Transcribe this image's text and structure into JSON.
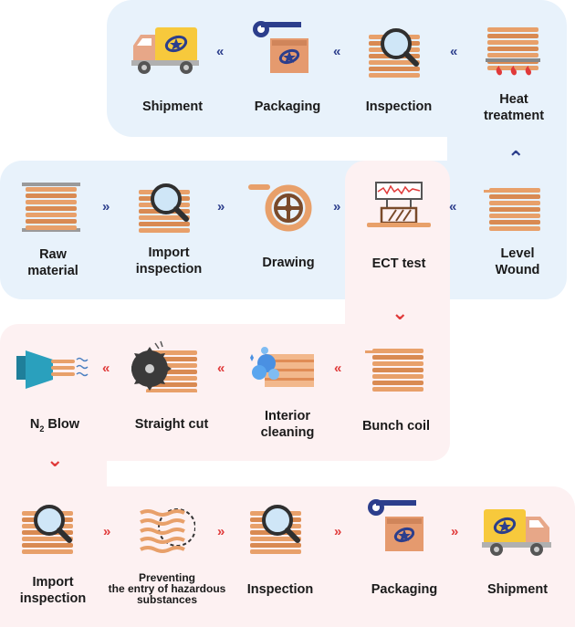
{
  "colors": {
    "blue_bg": "#e8f2fb",
    "pink_bg": "#fdf1f2",
    "copper": "#e8a06a",
    "copper_dark": "#c77d47",
    "navy": "#2c3e8c",
    "red": "#e03a3a"
  },
  "arrows": {
    "left": "«",
    "right": "»",
    "up": "⌃",
    "down": "⌄"
  },
  "row1": [
    {
      "label": "Shipment",
      "icon": "truck-icon"
    },
    {
      "label": "Packaging",
      "icon": "box-tape-icon"
    },
    {
      "label": "Inspection",
      "icon": "magnifier-coil-icon"
    },
    {
      "label_l1": "Heat",
      "label_l2": "treatment",
      "icon": "heat-coil-icon"
    }
  ],
  "row2": [
    {
      "label_l1": "Raw",
      "label_l2": "material",
      "icon": "spool-icon"
    },
    {
      "label_l1": "Import",
      "label_l2": "inspection",
      "icon": "magnifier-coil-icon"
    },
    {
      "label": "Drawing",
      "icon": "drawing-wheel-icon"
    },
    {
      "label": "ECT test",
      "icon": "ect-probe-icon"
    },
    {
      "label_l1": "Level",
      "label_l2": "Wound",
      "icon": "coil-icon"
    }
  ],
  "row3": [
    {
      "label_pre": "N",
      "label_sub": "2",
      "label_post": " Blow",
      "icon": "blower-icon"
    },
    {
      "label": "Straight cut",
      "icon": "saw-coil-icon"
    },
    {
      "label_l1": "Interior",
      "label_l2": "cleaning",
      "icon": "bubbles-coil-icon"
    },
    {
      "label": "Bunch coil",
      "icon": "coil-icon"
    }
  ],
  "row4": [
    {
      "label_l1": "Import",
      "label_l2": "inspection",
      "icon": "magnifier-coil-icon"
    },
    {
      "label_l1": "Preventing",
      "label_l2": "the entry of hazardous",
      "label_l3": "substances",
      "icon": "wavy-coil-icon"
    },
    {
      "label": "Inspection",
      "icon": "magnifier-coil-icon"
    },
    {
      "label": "Packaging",
      "icon": "box-tape-icon"
    },
    {
      "label": "Shipment",
      "icon": "truck-icon"
    }
  ]
}
